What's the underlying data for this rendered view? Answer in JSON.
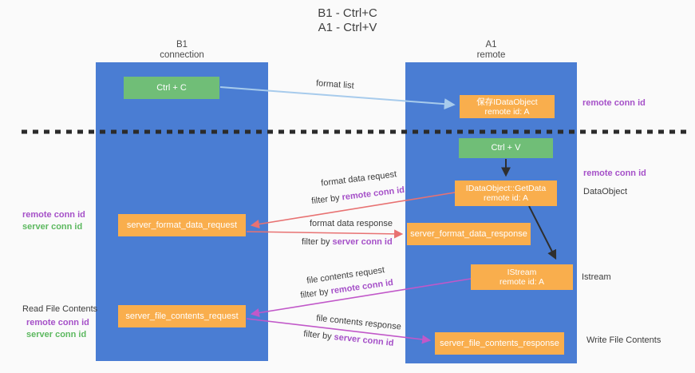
{
  "title": {
    "line1": "B1 - Ctrl+C",
    "line2": "A1 - Ctrl+V"
  },
  "columns": {
    "left": {
      "name": "B1",
      "role": "connection"
    },
    "right": {
      "name": "A1",
      "role": "remote"
    }
  },
  "nodes": {
    "ctrl_c": {
      "label": "Ctrl + C"
    },
    "save_dataobject": {
      "line1": "保存IDataObject",
      "line2": "remote id: A"
    },
    "ctrl_v": {
      "label": "Ctrl + V"
    },
    "getdata": {
      "line1": "IDataObject::GetData",
      "line2": "remote id: A"
    },
    "server_format_data_request": {
      "label": "server_format_data_request"
    },
    "server_format_data_response": {
      "label": "server_format_data_response"
    },
    "istream": {
      "line1": "IStream",
      "line2": "remote id: A"
    },
    "server_file_contents_request": {
      "label": "server_file_contents_request"
    },
    "server_file_contents_response": {
      "label": "server_file_contents_response"
    }
  },
  "flow_labels": {
    "format_list": "format list",
    "format_data_request": "format data request",
    "format_data_response": "format data response",
    "file_contents_request": "file contents request",
    "file_contents_response": "file contents response",
    "filter_by": "filter by ",
    "remote_conn_id": "remote conn id",
    "server_conn_id": "server conn id"
  },
  "side_labels": {
    "remote_conn_id": "remote conn id",
    "server_conn_id": "server conn id",
    "dataobject": "DataObject",
    "istream": "Istream",
    "read_file_contents": "Read File Contents",
    "write_file_contents": "Write File Contents"
  },
  "colors": {
    "background": "#fafafa",
    "column_blue": "#4a7dd3",
    "box_orange": "#f9ae4d",
    "box_green": "#70be77",
    "arrow_light_blue": "#a7cbec",
    "arrow_red": "#e87272",
    "arrow_magenta": "#c158c9",
    "arrow_black": "#2f2f2f",
    "text_purple": "#a550c8",
    "text_green": "#5cb85f",
    "text_dark": "#3c3c3c"
  }
}
